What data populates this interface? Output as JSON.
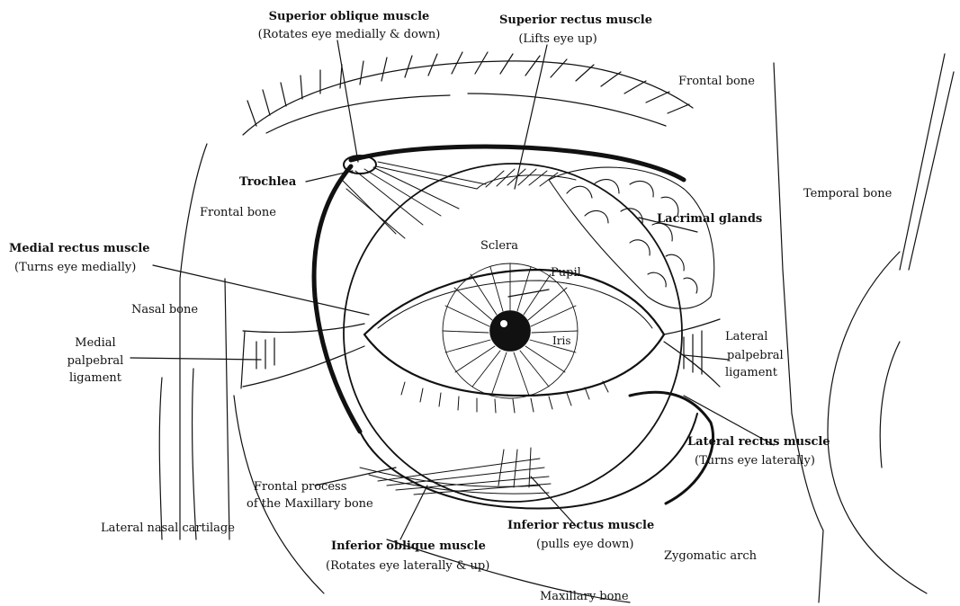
{
  "labels": {
    "superior_oblique": "Superior oblique muscle",
    "superior_oblique_sub": "(Rotates eye medially  & down)",
    "superior_rectus": "Superior rectus muscle",
    "superior_rectus_sub": "(Lifts eye up)",
    "frontal_bone_top": "Frontal bone",
    "trochlea": "Trochlea",
    "frontal_bone_left": "Frontal bone",
    "temporal_bone": "Temporal bone",
    "lacrimal_glands": "Lacrimal glands",
    "sclera": "Sclera",
    "medial_rectus": "Medial rectus muscle",
    "medial_rectus_sub": "(Turns eye medially)",
    "pupil": "Pupil",
    "nasal_bone": "Nasal bone",
    "iris": "Iris",
    "medial_palpebral_1": "Medial",
    "medial_palpebral_2": "palpebral",
    "medial_palpebral_3": "ligament",
    "lateral_palpebral_1": "Lateral",
    "lateral_palpebral_2": "palpebral",
    "lateral_palpebral_3": "ligament",
    "lateral_rectus": "Lateral rectus muscle",
    "lateral_rectus_sub": "(Turns eye laterally)",
    "frontal_process_1": "Frontal process",
    "frontal_process_2": "of the Maxillary bone",
    "inferior_rectus": "Inferior rectus muscle",
    "inferior_rectus_sub": "(pulls eye down)",
    "lateral_nasal_cartilage": "Lateral nasal cartilage",
    "inferior_oblique": "Inferior oblique muscle",
    "inferior_oblique_sub": "(Rotates eye laterally & up)",
    "zygomatic_arch": "Zygomatic arch",
    "maxillary_bone": "Maxillary bone"
  }
}
